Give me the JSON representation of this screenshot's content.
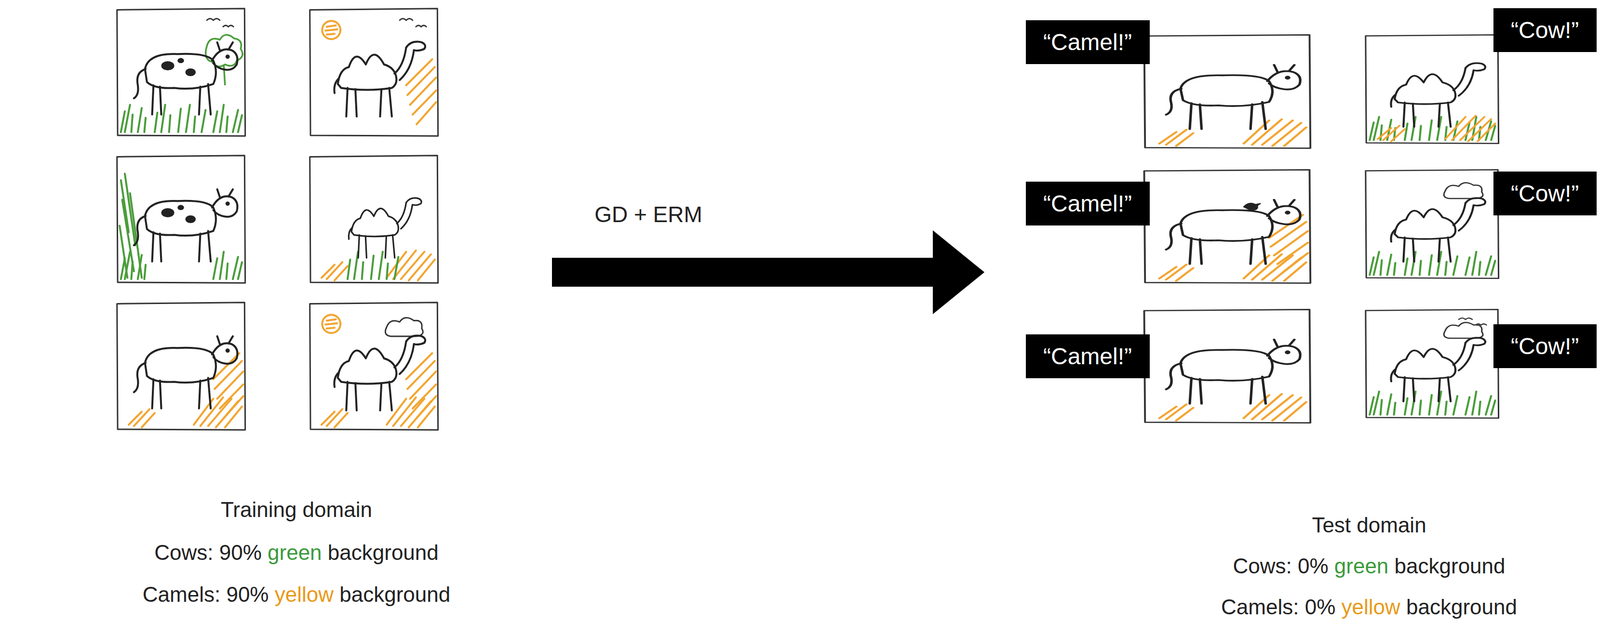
{
  "diagram": {
    "nodes": [
      {
        "text": [
          "“Camel!”"
        ]
      },
      {
        "text": [
          "“Cow!”"
        ]
      },
      {
        "text": [
          "“Camel!”"
        ]
      },
      {
        "text": [
          "“Cow!”"
        ]
      },
      {
        "text": [
          "“Camel!”"
        ]
      },
      {
        "text": [
          "“Cow!”"
        ]
      }
    ],
    "labels": [
      "GD + ERM",
      "Training domain",
      "Cows: 90% green background",
      "Camels: 90% yellow background",
      "Test domain",
      "Cows: 0% green background",
      "Camels: 0% yellow background"
    ]
  }
}
